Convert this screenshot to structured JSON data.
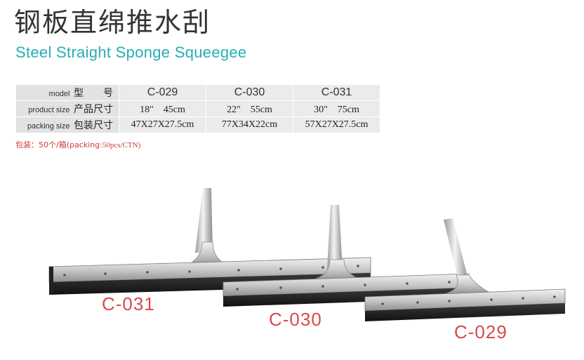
{
  "title_cn": "钢板直绵推水刮",
  "title_en": "Steel Straight Sponge Squeegee",
  "spec_table": {
    "rows": [
      {
        "label_en": "model",
        "label_cn": "型　　号",
        "values": [
          "C-029",
          "C-030",
          "C-031"
        ]
      },
      {
        "label_en": "product size",
        "label_cn": "产品尺寸",
        "values": [
          "18\"　45cm",
          "22\"　55cm",
          "30\"　75cm"
        ]
      },
      {
        "label_en": "packing size",
        "label_cn": "包装尺寸",
        "values": [
          "47X27X27.5cm",
          "77X34X22cm",
          "57X27X27.5cm"
        ]
      }
    ]
  },
  "packing_note": {
    "prefix": "包装：50个/箱(packing:",
    "value": "50pcs/CTN)"
  },
  "product_labels": {
    "c031": "C-031",
    "c030": "C-030",
    "c029": "C-029"
  },
  "colors": {
    "title_en": "#27aeb4",
    "labels": "#d94a4a",
    "note": "#d03a3a",
    "table_bg": "#ebebeb"
  }
}
